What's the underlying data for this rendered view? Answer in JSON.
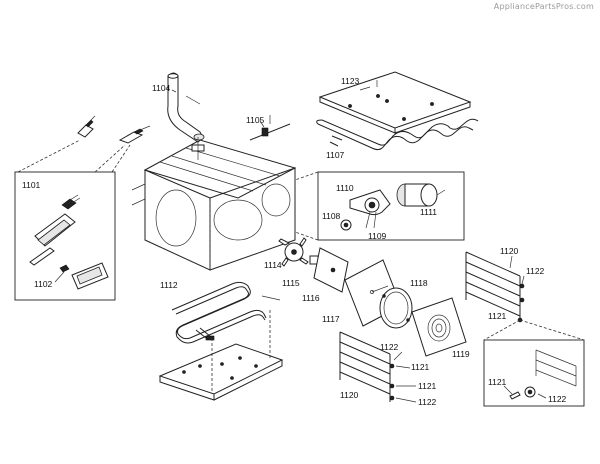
{
  "watermark": "AppliancePartsPros.com",
  "labels": {
    "p1101": "1101",
    "p1102": "1102",
    "p1104": "1104",
    "p1105": "1105",
    "p1107": "1107",
    "p1108": "1108",
    "p1109": "1109",
    "p1110": "1110",
    "p1111": "1111",
    "p1112": "1112",
    "p1114": "1114",
    "p1115": "1115",
    "p1116": "1116",
    "p1117": "1117",
    "p1118": "1118",
    "p1119": "1119",
    "p1120a": "1120",
    "p1120b": "1120",
    "p1121a": "1121",
    "p1121b": "1121",
    "p1121c": "1121",
    "p1121d": "1121",
    "p1122a": "1122",
    "p1122b": "1122",
    "p1122c": "1122",
    "p1122d": "1122",
    "p1123": "1123"
  }
}
